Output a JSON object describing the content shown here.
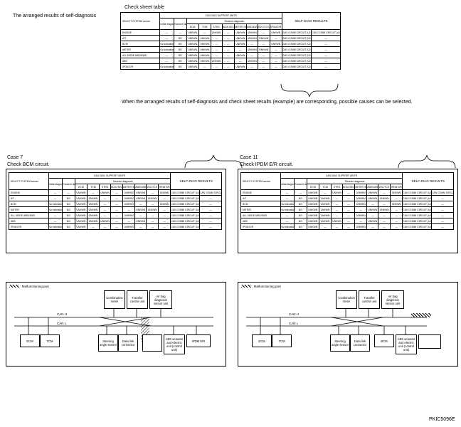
{
  "heading_left": "The arranged results of self-diagnosis",
  "heading_table": "Check sheet table",
  "caption": "When the arranged results of self-diagnosis and check sheet results (example) are corresponding, possible causes can be selected.",
  "table_headers": {
    "select": "SELECT SYSTEM screen",
    "support": "CAN DIAG SUPPORT MNTR",
    "initial": "Initial diagnosis",
    "transmit": "Transmit diagnosis",
    "receive": "Receive diagnosis",
    "cols": [
      "ECM",
      "TCM",
      "STRG",
      "BCM /SEC",
      "METER /M&A",
      "AWD/4WD",
      "VDC/TCS /ABS",
      "IPDM E/R"
    ],
    "results": "SELF-DIAG RESULTS"
  },
  "rows": [
    {
      "name": "ENGINE",
      "cells": [
        "—",
        "—",
        "UNKWN",
        "—",
        "UNKWN",
        "—",
        "UNKWN",
        "UNKWN",
        "—",
        "UNKWN"
      ]
    },
    {
      "name": "A/T",
      "cells": [
        "—",
        "NG",
        "UNKWN",
        "UNKWN",
        "—",
        "—",
        "UNKWN",
        "UNKWN",
        "UNKWN",
        "—"
      ]
    },
    {
      "name": "BCM",
      "cells": [
        "No indication",
        "NG",
        "UNKWN",
        "UNKWN",
        "—",
        "—",
        "UNKWN",
        "—",
        "—",
        "UNKWN"
      ]
    },
    {
      "name": "METER",
      "cells": [
        "No indication",
        "NG",
        "UNKWN",
        "UNKWN",
        "—",
        "—",
        "—",
        "UNKWN",
        "UNKWN",
        "—"
      ]
    },
    {
      "name": "ALL MODE AWD/4WD",
      "cells": [
        "—",
        "NG",
        "UNKWN",
        "UNKWN",
        "—",
        "—",
        "UNKWN",
        "—",
        "—",
        "—"
      ]
    },
    {
      "name": "ABS",
      "cells": [
        "—",
        "NG",
        "UNKWN",
        "UNKWN",
        "UNKWN",
        "—",
        "—",
        "UNKWN",
        "—",
        "—"
      ]
    },
    {
      "name": "IPDM E/R",
      "cells": [
        "No indication",
        "NG",
        "UNKWN",
        "—",
        "—",
        "—",
        "UNKWN",
        "—",
        "—",
        "—"
      ]
    }
  ],
  "results_main": [
    [
      "CAN COMM CIRCUIT (U1000)",
      "CAN COMM CIRCUIT (U1000)"
    ],
    [
      "CAN COMM CIRCUIT (U1000)",
      "—"
    ],
    [
      "CAN COMM CIRCUIT (U1000)",
      "—"
    ],
    [
      "CAN COMM CIRCUIT (U1000)",
      "—"
    ],
    [
      "CAN COMM CIRCUIT (U1000)",
      "—"
    ],
    [
      "CAN COMM CIRCUIT (U1000)",
      "—"
    ],
    [
      "CAN COMM CIRCUIT (U1000)",
      "—"
    ]
  ],
  "case7": {
    "title": "Case 7",
    "subtitle": "Check BCM circuit."
  },
  "case11": {
    "title": "Case 11",
    "subtitle": "Check IPDM E/R circuit."
  },
  "legend": "Malfunctioning part",
  "diagram": {
    "can_h": "CAN H",
    "can_l": "CAN L",
    "top_units": [
      "Combination meter",
      "Transfer control unit",
      "Air bag diagnosis sensor unit"
    ],
    "bottom_units_left": [
      "ECM",
      "TCM"
    ],
    "bottom_units_mid": [
      "Steering angle sensor",
      "Data link connector"
    ],
    "abs": "ABS actuator and electric unit (control unit)",
    "ipdm": "IPDM E/R",
    "bcm": "BCM"
  },
  "code": "PKIC5096E"
}
